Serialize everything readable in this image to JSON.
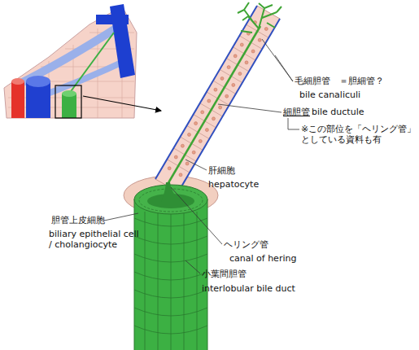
{
  "diagram": {
    "labels": [
      "毛細胆管　＝胆細管？",
      "bile canaliculi",
      "細胆管",
      "bile ductule",
      "※この部位を「ヘリング管」 としている資料も有",
      "肝細胞",
      "hepatocyte",
      "胆管上皮細胞",
      "biliary epithelial cell / cholangiocyte",
      "ヘリング管",
      "canal of hering",
      "小葉間胆管",
      "interlobular bile duct"
    ]
  }
}
